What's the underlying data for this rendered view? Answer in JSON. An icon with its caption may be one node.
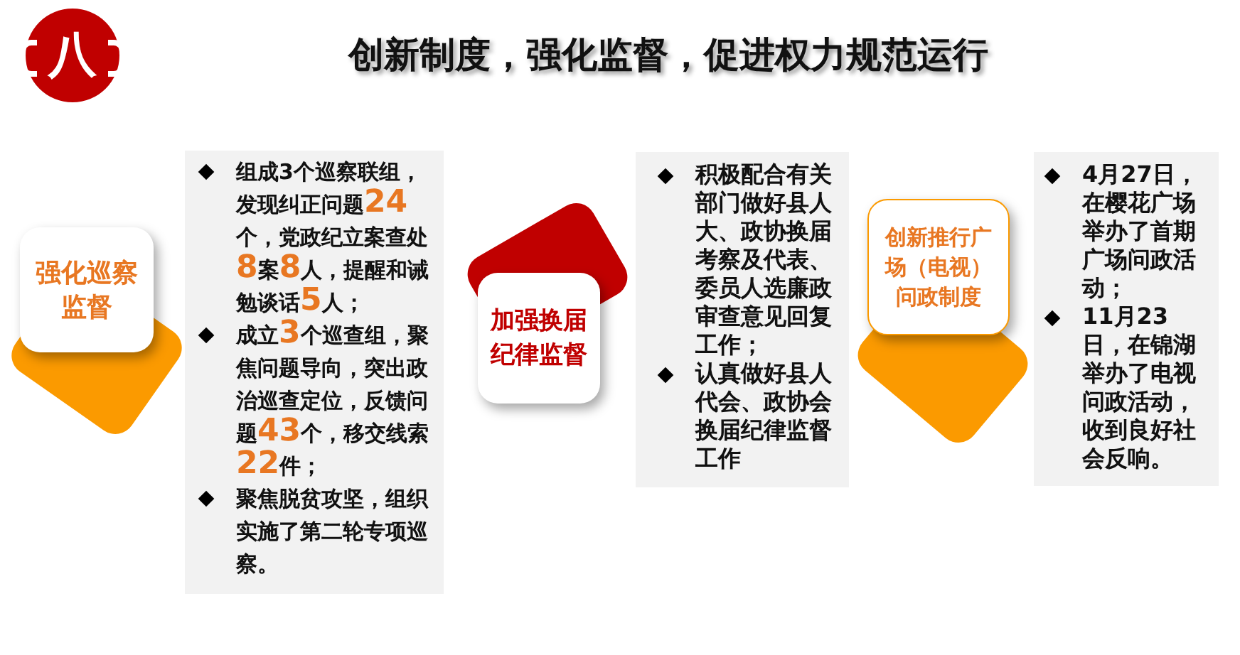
{
  "diagram": {
    "title": "创新制度，强化监督，促进权力规范运行",
    "nodes": [
      {
        "text": [
          "八"
        ]
      },
      {
        "text": [
          "强化巡察监督"
        ]
      },
      {
        "text": [
          "组成3个巡察联组，发现纠正问题**24**个，党政纪立案查处**8**案**8**人，提醒和诫勉谈话**5**人；",
          "成立**3**个巡查组，聚焦问题导向，突出政治巡查定位，反馈问题**43**个，移交线索**22**件；",
          "聚焦脱贫攻坚，组织实施了第二轮专项巡察。"
        ]
      },
      {
        "text": [
          "加强换届纪律监督"
        ]
      },
      {
        "text": [
          "积极配合有关部门做好县人大、政协换届考察及代表、委员人选廉政审查意见回复工作；",
          "认真做好县人代会、政协会换届纪律监督工作"
        ]
      },
      {
        "text": [
          "创新推行广场（电视）问政制度"
        ]
      },
      {
        "text": [
          "4月27日，在樱花广场举办了首期广场问政活动；",
          "11月23日，在锦湖举办了电视问政活动，收到良好社会反响。"
        ]
      }
    ],
    "edges": []
  }
}
